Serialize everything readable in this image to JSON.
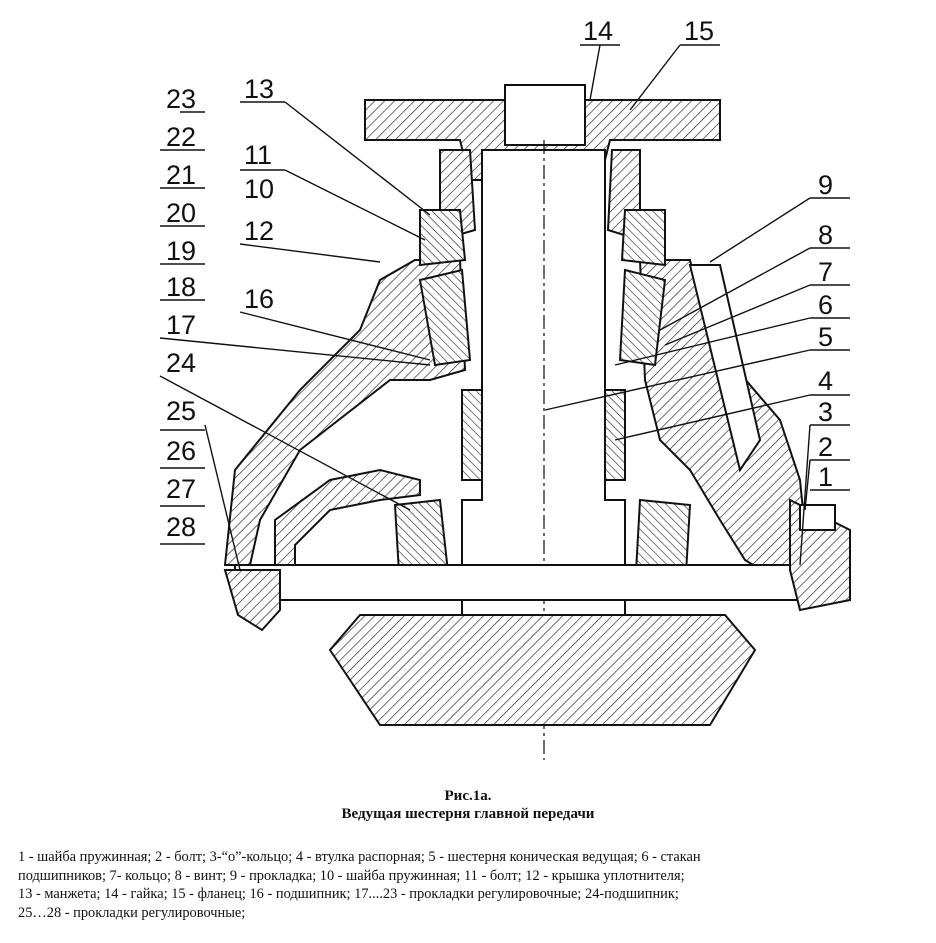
{
  "figure": {
    "caption_title": "Рис.1а.",
    "caption_subtitle": "Ведущая шестерня главной передачи"
  },
  "callouts": [
    "1",
    "2",
    "3",
    "4",
    "5",
    "6",
    "7",
    "8",
    "9",
    "10",
    "11",
    "12",
    "13",
    "14",
    "15",
    "16",
    "17",
    "18",
    "19",
    "20",
    "21",
    "22",
    "23",
    "24",
    "25",
    "26",
    "27",
    "28"
  ],
  "legend": [
    "1 - шайба пружинная; 2 - болт;  3-“о”-кольцо; 4 - втулка распорная; 5 - шестерня коническая ведущая; 6 - стакан",
    "подшипников; 7- кольцо; 8 - винт; 9 - прокладка; 10 - шайба пружинная; 11 - болт; 12 - крышка уплотнителя;",
    "13 - манжета; 14 - гайка; 15 - фланец; 16 - подшипник; 17....23 - прокладки регулировочные; 24-подшипник;",
    "25…28 - прокладки регулировочные;"
  ]
}
